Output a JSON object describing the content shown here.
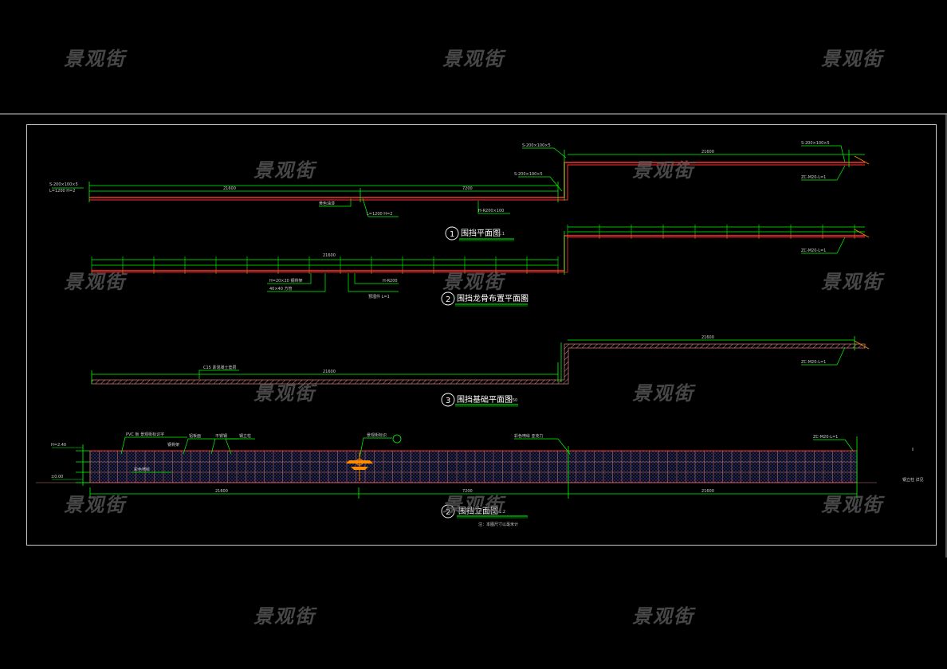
{
  "watermark": "景观街",
  "views": [
    {
      "number": "1",
      "title": "围挡平面图",
      "scale": "1:1"
    },
    {
      "number": "2",
      "title": "围挡龙骨布置平面图",
      "scale": "1:10"
    },
    {
      "number": "3",
      "title": "围挡基础平面图",
      "scale": "1:50"
    },
    {
      "number": "2",
      "title": "围挡立面图",
      "scale": "1:2"
    }
  ],
  "colors": {
    "background": "#000000",
    "frame": "#c8c8c8",
    "dimension": "#00ff00",
    "wall": "#ff3030",
    "hatch": "#c87878",
    "panel_dots": "#5a6aff",
    "annotation": "#ffffff",
    "symbol": "#ff8c00"
  }
}
